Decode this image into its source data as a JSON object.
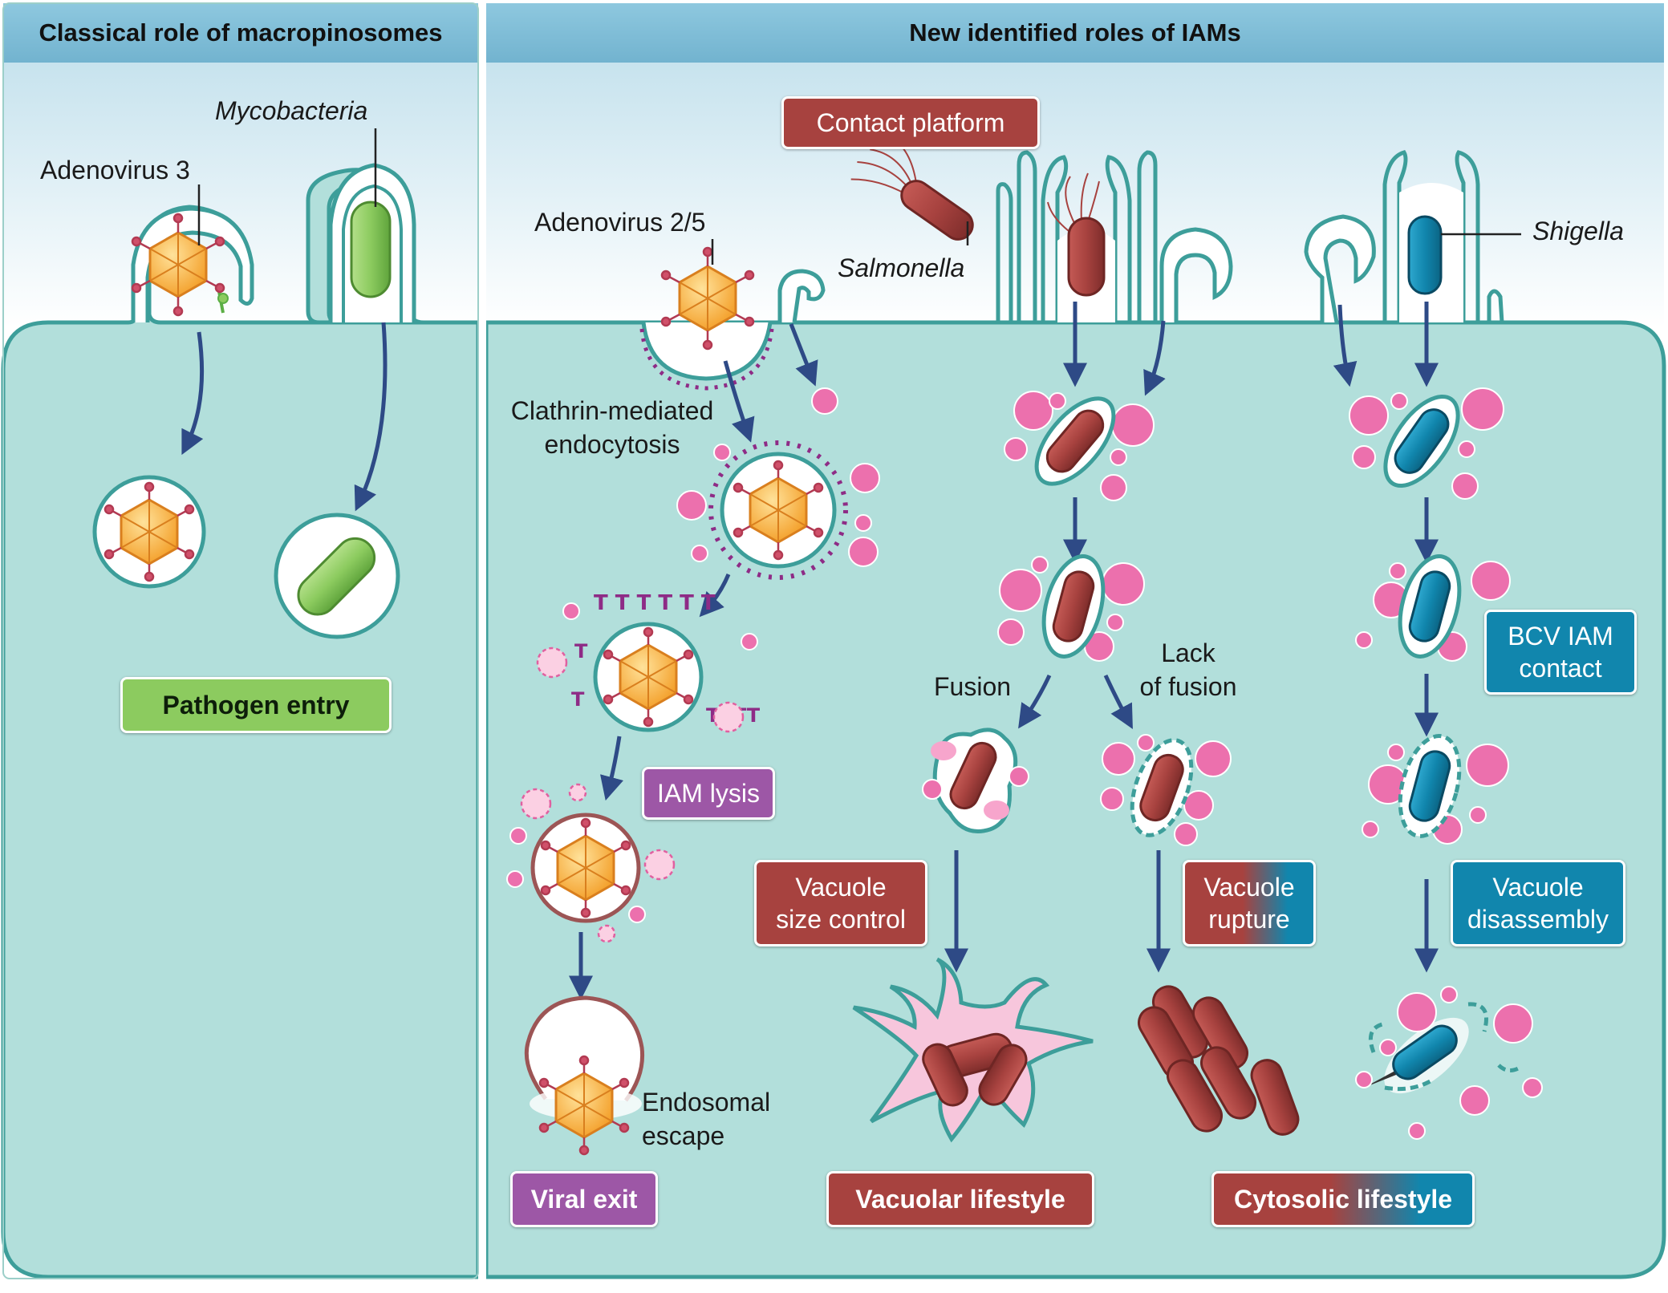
{
  "panels": {
    "left_title": "Classical role of macropinosomes",
    "right_title": "New identified roles of IAMs"
  },
  "labels": {
    "mycobacteria": "Mycobacteria",
    "adenovirus3": "Adenovirus 3",
    "adenovirus25": "Adenovirus 2/5",
    "salmonella": "Salmonella",
    "shigella": "Shigella",
    "clathrin_line1": "Clathrin-mediated",
    "clathrin_line2": "endocytosis",
    "fusion": "Fusion",
    "lack_line1": "Lack",
    "lack_line2": "of fusion",
    "endosomal_line1": "Endosomal",
    "endosomal_line2": "escape"
  },
  "boxes": {
    "contact_platform": "Contact platform",
    "pathogen_entry": "Pathogen entry",
    "iam_lysis": "IAM lysis",
    "bcv_iam_contact": "BCV IAM\ncontact",
    "vacuole_size_control": "Vacuole\nsize control",
    "vacuole_rupture": "Vacuole\nrupture",
    "vacuole_disassembly": "Vacuole\ndisassembly",
    "viral_exit": "Viral exit",
    "vacuolar_lifestyle": "Vacuolar lifestyle",
    "cytosolic_lifestyle": "Cytosolic lifestyle"
  },
  "colors": {
    "cytoplasm": "#b2dfdb",
    "membrane": "#3d9e9a",
    "header": "#7dbcd6",
    "arrow": "#2e4a86",
    "iam_pink": "#ec70ad",
    "salmonella": "#a7423f",
    "shigella": "#1186ad",
    "mycobacteria": "#8ccb5f",
    "virus": "#f7b23b",
    "clathrin": "#8e2b86"
  }
}
